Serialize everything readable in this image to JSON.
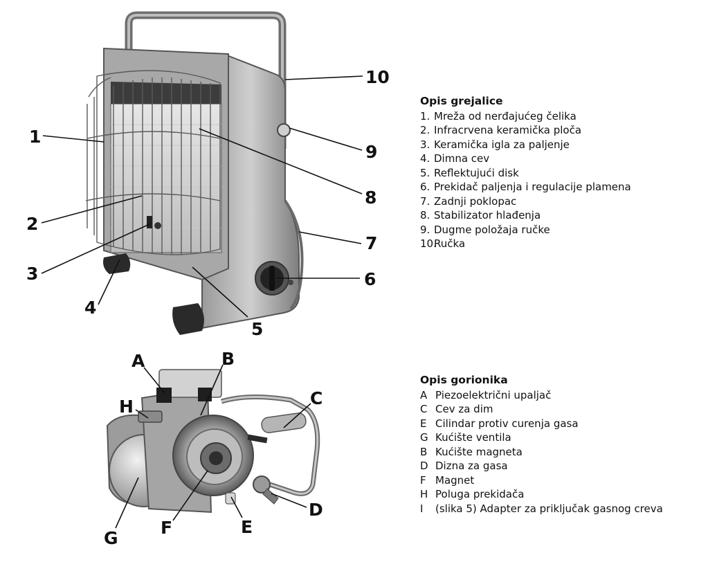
{
  "heater_legend": {
    "title": "Opis grejalice",
    "items": [
      {
        "key": "1.",
        "text": "Mreža od nerđajućeg čelika"
      },
      {
        "key": "2.",
        "text": "Infracrvena keramička ploča"
      },
      {
        "key": "3.",
        "text": "Keramička igla za paljenje"
      },
      {
        "key": "4.",
        "text": "Dimna cev"
      },
      {
        "key": "5.",
        "text": "Reflektujući disk"
      },
      {
        "key": "6.",
        "text": "Prekidač paljenja i regulacije plamena"
      },
      {
        "key": "7.",
        "text": "Zadnji poklopac"
      },
      {
        "key": "8.",
        "text": "Stabilizator hlađenja"
      },
      {
        "key": "9.",
        "text": "Dugme položaja ručke"
      },
      {
        "key": "10.",
        "text": "Ručka"
      }
    ]
  },
  "burner_legend": {
    "title": "Opis gorionika",
    "items": [
      {
        "key": "A",
        "text": "Piezoelektrični upaljač"
      },
      {
        "key": "C",
        "text": "Cev za dim"
      },
      {
        "key": "E",
        "text": "Cilindar protiv curenja gasa"
      },
      {
        "key": "G",
        "text": "Kućište ventila"
      },
      {
        "key": "B",
        "text": "Kućište magneta"
      },
      {
        "key": "D",
        "text": "Dizna za gasa"
      },
      {
        "key": "F",
        "text": "Magnet"
      },
      {
        "key": "H",
        "text": "Poluga prekidača"
      },
      {
        "key": "I",
        "text": "(slika 5) Adapter za priključak gasnog creva"
      }
    ]
  },
  "heater_callouts": [
    "1",
    "2",
    "3",
    "4",
    "5",
    "6",
    "7",
    "8",
    "9",
    "10"
  ],
  "burner_callouts": [
    "A",
    "B",
    "C",
    "D",
    "E",
    "F",
    "G",
    "H"
  ]
}
